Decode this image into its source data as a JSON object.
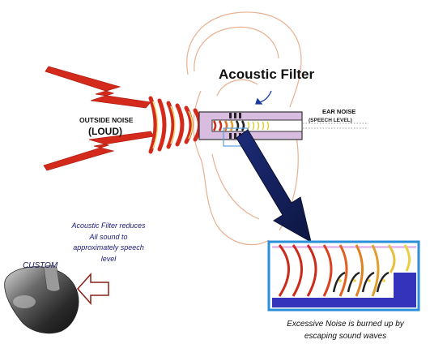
{
  "labels": {
    "title": "Acoustic Filter",
    "outside_noise": "OUTSIDE NOISE",
    "outside_noise_loud": "(LOUD)",
    "ear_noise": "EAR NOISE",
    "ear_noise_level": "(SPEECH LEVEL)",
    "custom": "CUSTOM",
    "filter_note": "Acoustic Filter reduces All sound to approximately speech level",
    "excessive_noise": "Excessive Noise is burned up by escaping sound waves"
  },
  "colors": {
    "noise_wave": "#d42a1c",
    "ear_outline": "#e8b090",
    "filter_body": "#d8bde0",
    "inset_border": "#2a8fd8",
    "inset_fill": "#3333bb",
    "big_arrow": "#152060",
    "note_text": "#1a1a7a"
  },
  "icons": {
    "lightning_bolts": "lightning-bolt-icon",
    "pointer_arrow": "curved-arrow-icon",
    "earplug": "custom-earplug-icon"
  }
}
